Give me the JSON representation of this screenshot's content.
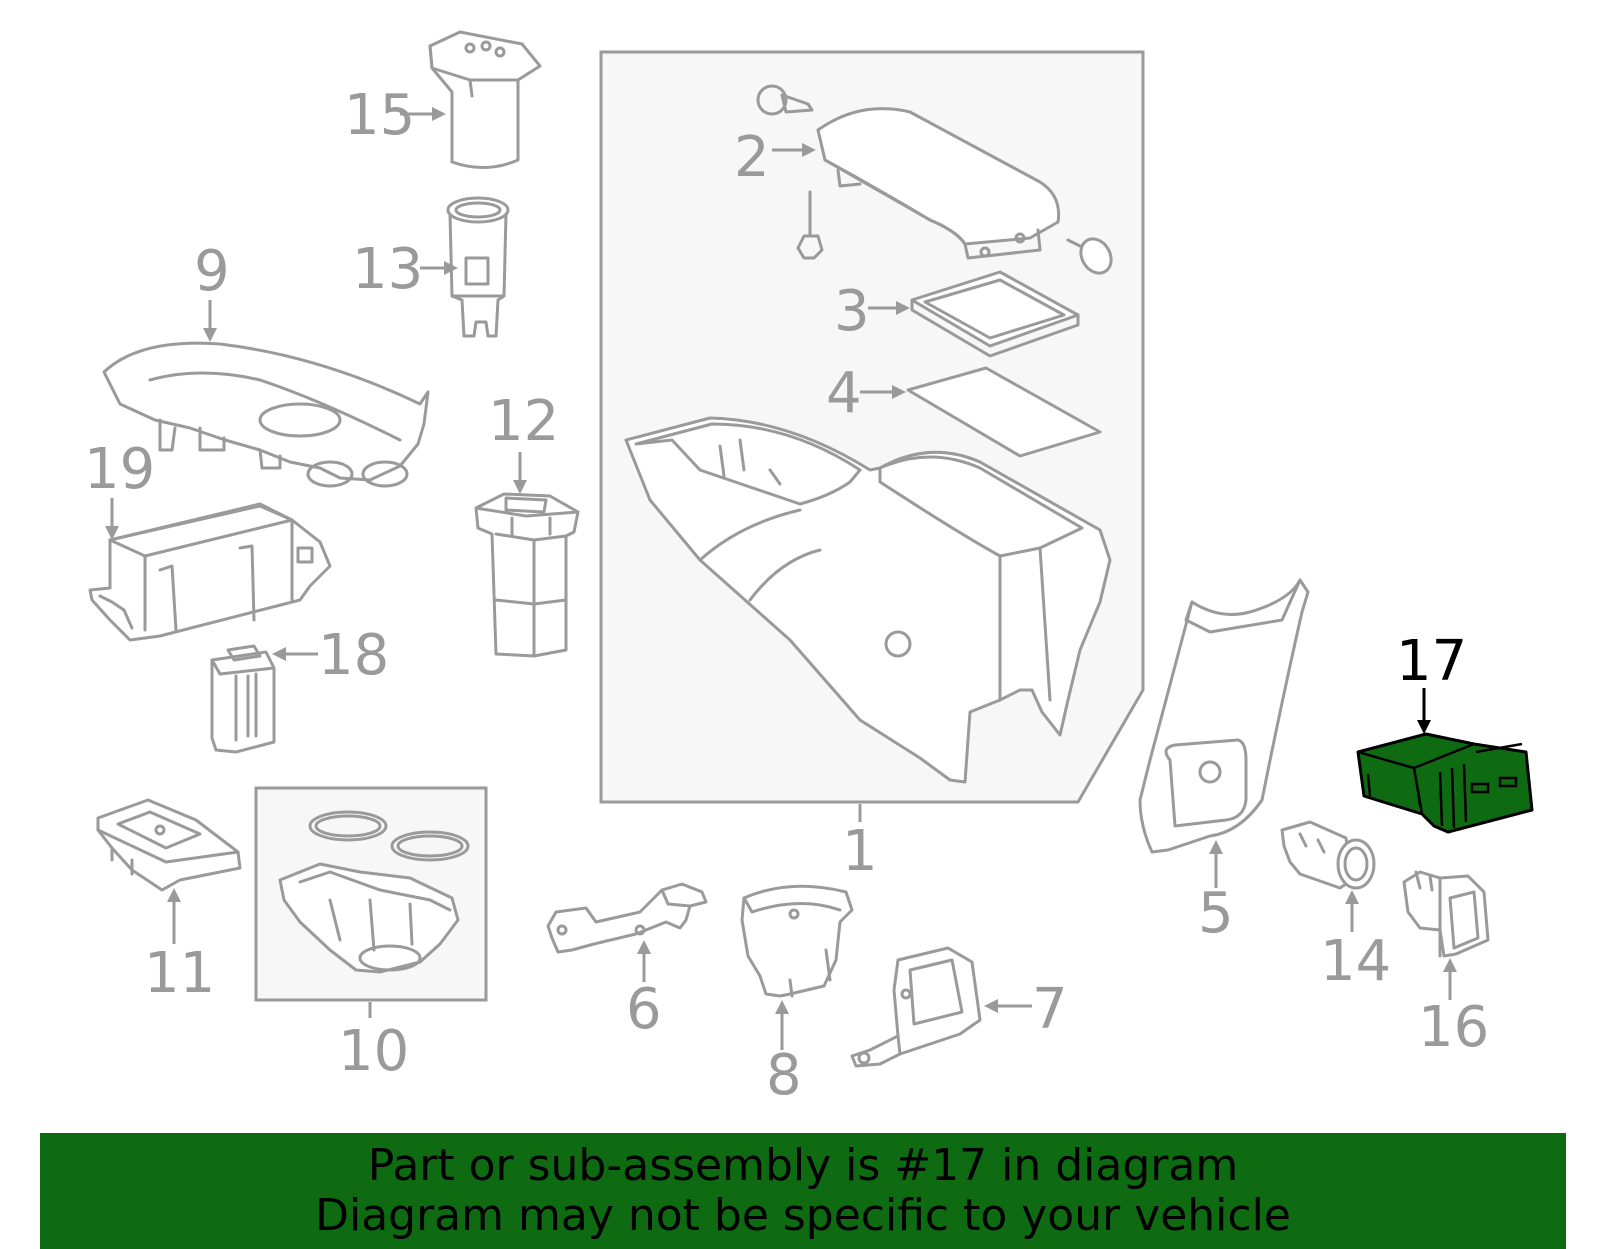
{
  "diagram": {
    "highlight_color": "#0e6b12",
    "line_color": "#9a9a9a",
    "callouts": {
      "c1": "1",
      "c2": "2",
      "c3": "3",
      "c4": "4",
      "c5": "5",
      "c6": "6",
      "c7": "7",
      "c8": "8",
      "c9": "9",
      "c10": "10",
      "c11": "11",
      "c12": "12",
      "c13": "13",
      "c14": "14",
      "c15": "15",
      "c16": "16",
      "c17": "17",
      "c18": "18",
      "c19": "19"
    },
    "highlighted_part": "17"
  },
  "banner": {
    "line1": "Part or sub-assembly is #17 in diagram",
    "line2": "Diagram may not be specific to your vehicle",
    "background": "#0e6b12"
  }
}
